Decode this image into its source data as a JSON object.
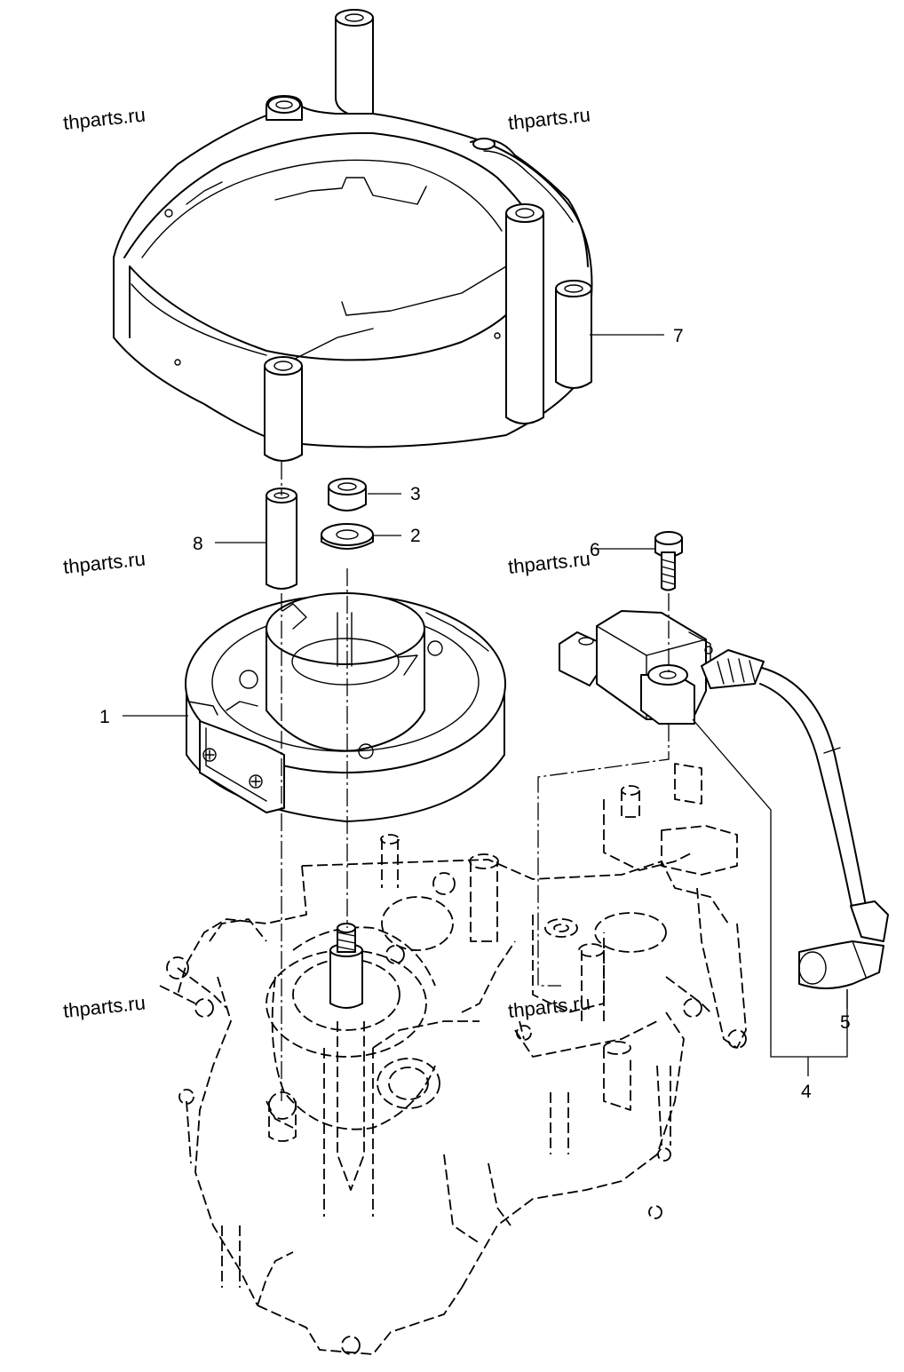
{
  "watermark": "thparts.ru",
  "callouts": {
    "c1": "1",
    "c2": "2",
    "c3": "3",
    "c4": "4",
    "c5": "5",
    "c6": "6",
    "c7": "7",
    "c8": "8"
  },
  "colors": {
    "line": "#000000",
    "background": "#ffffff"
  }
}
